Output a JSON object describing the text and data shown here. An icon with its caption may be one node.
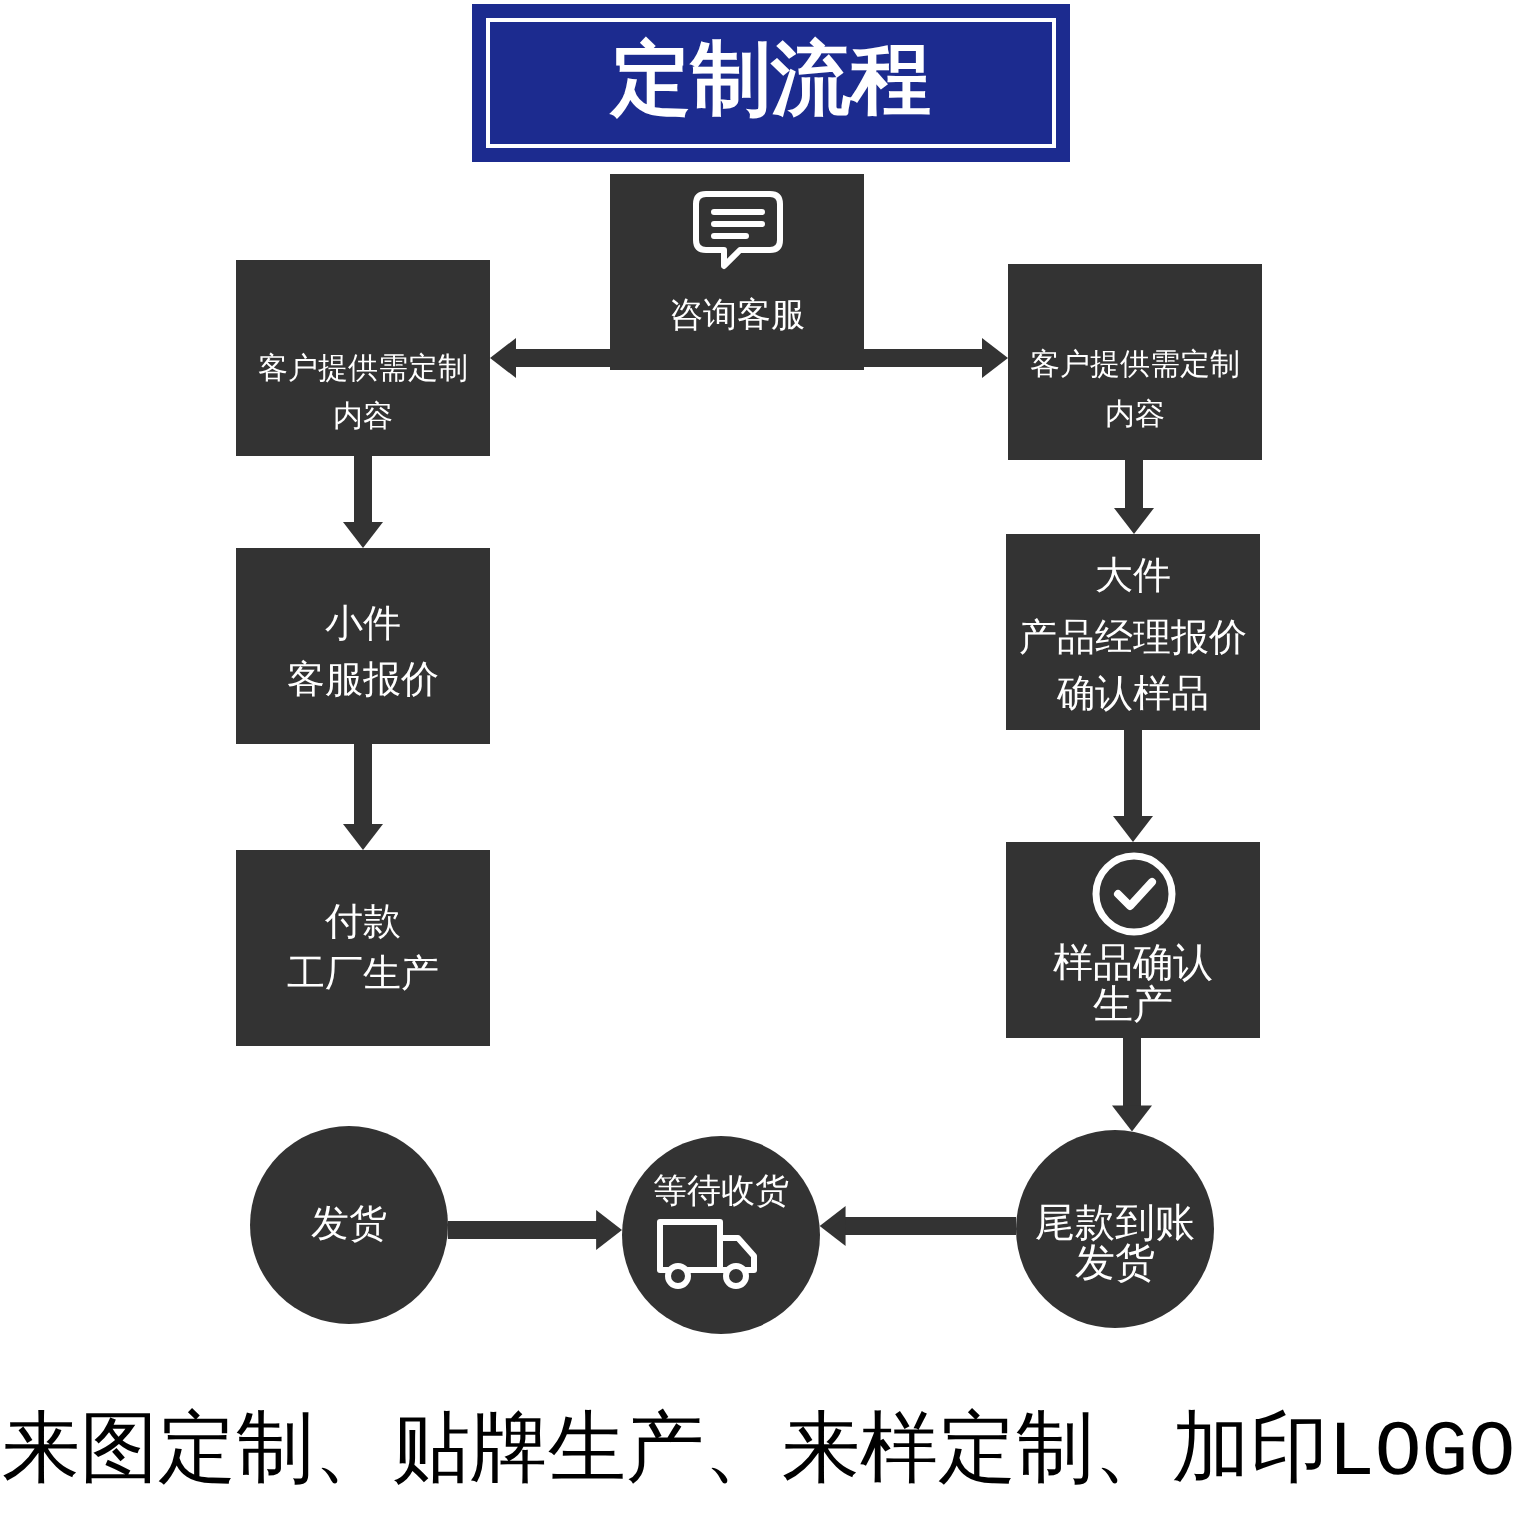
{
  "diagram": {
    "title": "定制流程",
    "nodes": [
      {
        "text": [
          "咨询客服"
        ]
      },
      {
        "text": [
          "客户提供需定制内容"
        ]
      },
      {
        "text": [
          "客户提供需定制内容"
        ]
      },
      {
        "text": [
          "小件",
          "客服报价"
        ]
      },
      {
        "text": [
          "大件",
          "产品经理报价",
          "确认样品"
        ]
      },
      {
        "text": [
          "付款",
          "工厂生产"
        ]
      },
      {
        "text": [
          "样品确认生产"
        ]
      },
      {
        "text": [
          "发货"
        ]
      },
      {
        "text": [
          "等待收货"
        ]
      },
      {
        "text": [
          "尾款到账",
          "发货"
        ]
      }
    ],
    "edges": [
      {
        "from": 0,
        "to": 1,
        "arrow": "to"
      },
      {
        "from": 0,
        "to": 2,
        "arrow": "to"
      },
      {
        "from": 1,
        "to": 3,
        "arrow": "to"
      },
      {
        "from": 2,
        "to": 4,
        "arrow": "to"
      },
      {
        "from": 3,
        "to": 5,
        "arrow": "to"
      },
      {
        "from": 4,
        "to": 6,
        "arrow": "to"
      },
      {
        "from": 6,
        "to": 9,
        "arrow": "to"
      },
      {
        "from": 7,
        "to": 8,
        "arrow": "to"
      },
      {
        "from": 9,
        "to": 8,
        "arrow": "to"
      }
    ],
    "caption": "来图定制、贴牌生产、来样定制、加印LOGO"
  }
}
